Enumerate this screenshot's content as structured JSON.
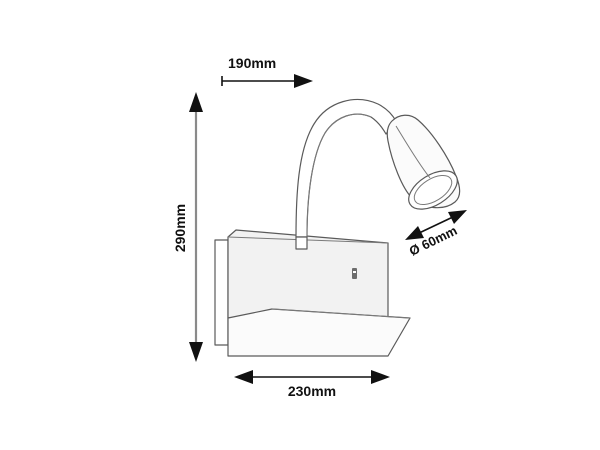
{
  "document": {
    "kind": "technical-dimension-drawing",
    "subject": "wall-mounted gooseneck reading lamp with shelf bracket",
    "background_color": "#ffffff",
    "line_color": "#4a4a4a",
    "dimension_color": "#111111",
    "dimension_shaft_color": "#8a8a8a"
  },
  "dimensions": {
    "depth": {
      "label": "190mm",
      "orientation": "horizontal",
      "arrow_style": "tick-to-arrow",
      "value": 190,
      "unit": "mm"
    },
    "height": {
      "label": "290mm",
      "orientation": "vertical",
      "text_rotation_deg": -90,
      "arrow_style": "double-arrow",
      "value": 290,
      "unit": "mm"
    },
    "width": {
      "label": "230mm",
      "orientation": "horizontal",
      "arrow_style": "double-arrow",
      "value": 230,
      "unit": "mm"
    },
    "head_diameter": {
      "label": "Ø 60mm",
      "orientation": "diagonal",
      "text_rotation_deg": -26,
      "arrow_style": "double-arrow",
      "value": 60,
      "unit": "mm",
      "symbol": "diameter-symbol"
    }
  },
  "product_parts": {
    "lamp_head": "lamp-head-shade",
    "lamp_rim": "lamp-head-rim",
    "reflector": "lamp-reflector",
    "gooseneck": "flexible-gooseneck-arm",
    "back_plate": "wall-back-plate",
    "shelf": "shelf-platform",
    "mounting_flange": "mounting-flange",
    "switch": "rocker-switch"
  }
}
